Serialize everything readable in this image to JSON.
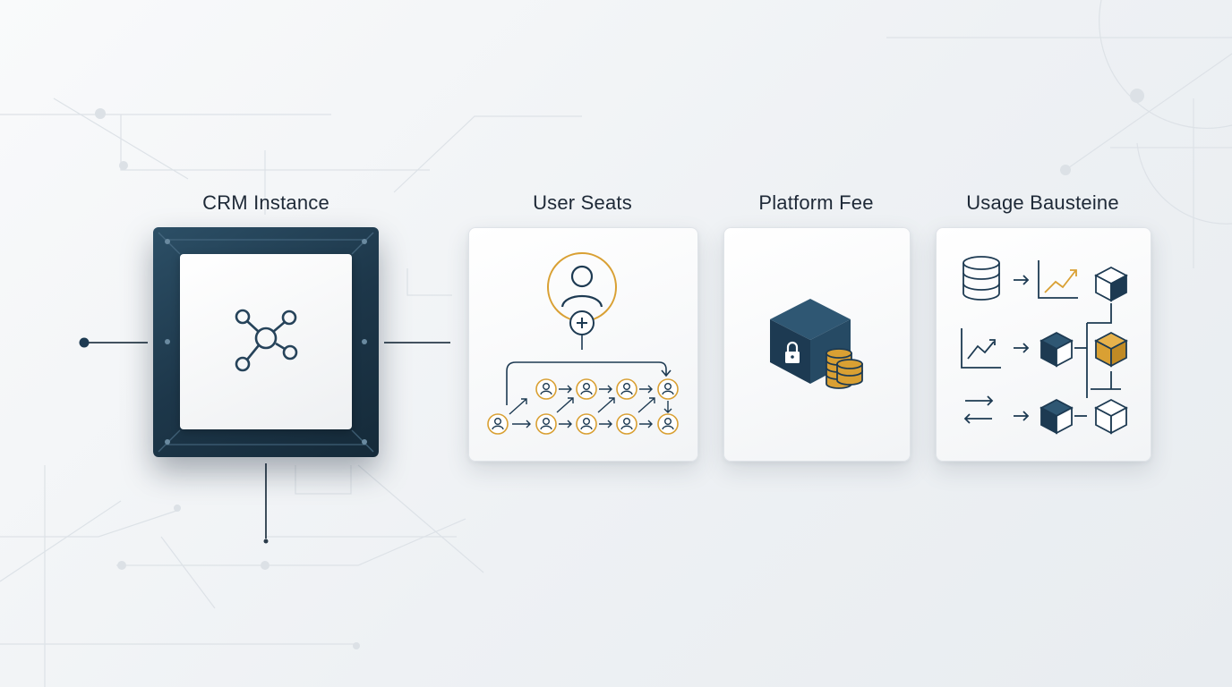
{
  "labels": {
    "crm": "CRM Instance",
    "seats": "User Seats",
    "fee": "Platform Fee",
    "usage": "Usage Bausteine"
  },
  "colors": {
    "navy": "#1d3a52",
    "gold": "#d9a033",
    "line": "#2a3b4a"
  },
  "icons": {
    "crm": "network-hub-icon",
    "seats": "add-user-icon",
    "fee": "locked-box-with-coins-icon",
    "usage": "database-chart-blocks-icon"
  }
}
